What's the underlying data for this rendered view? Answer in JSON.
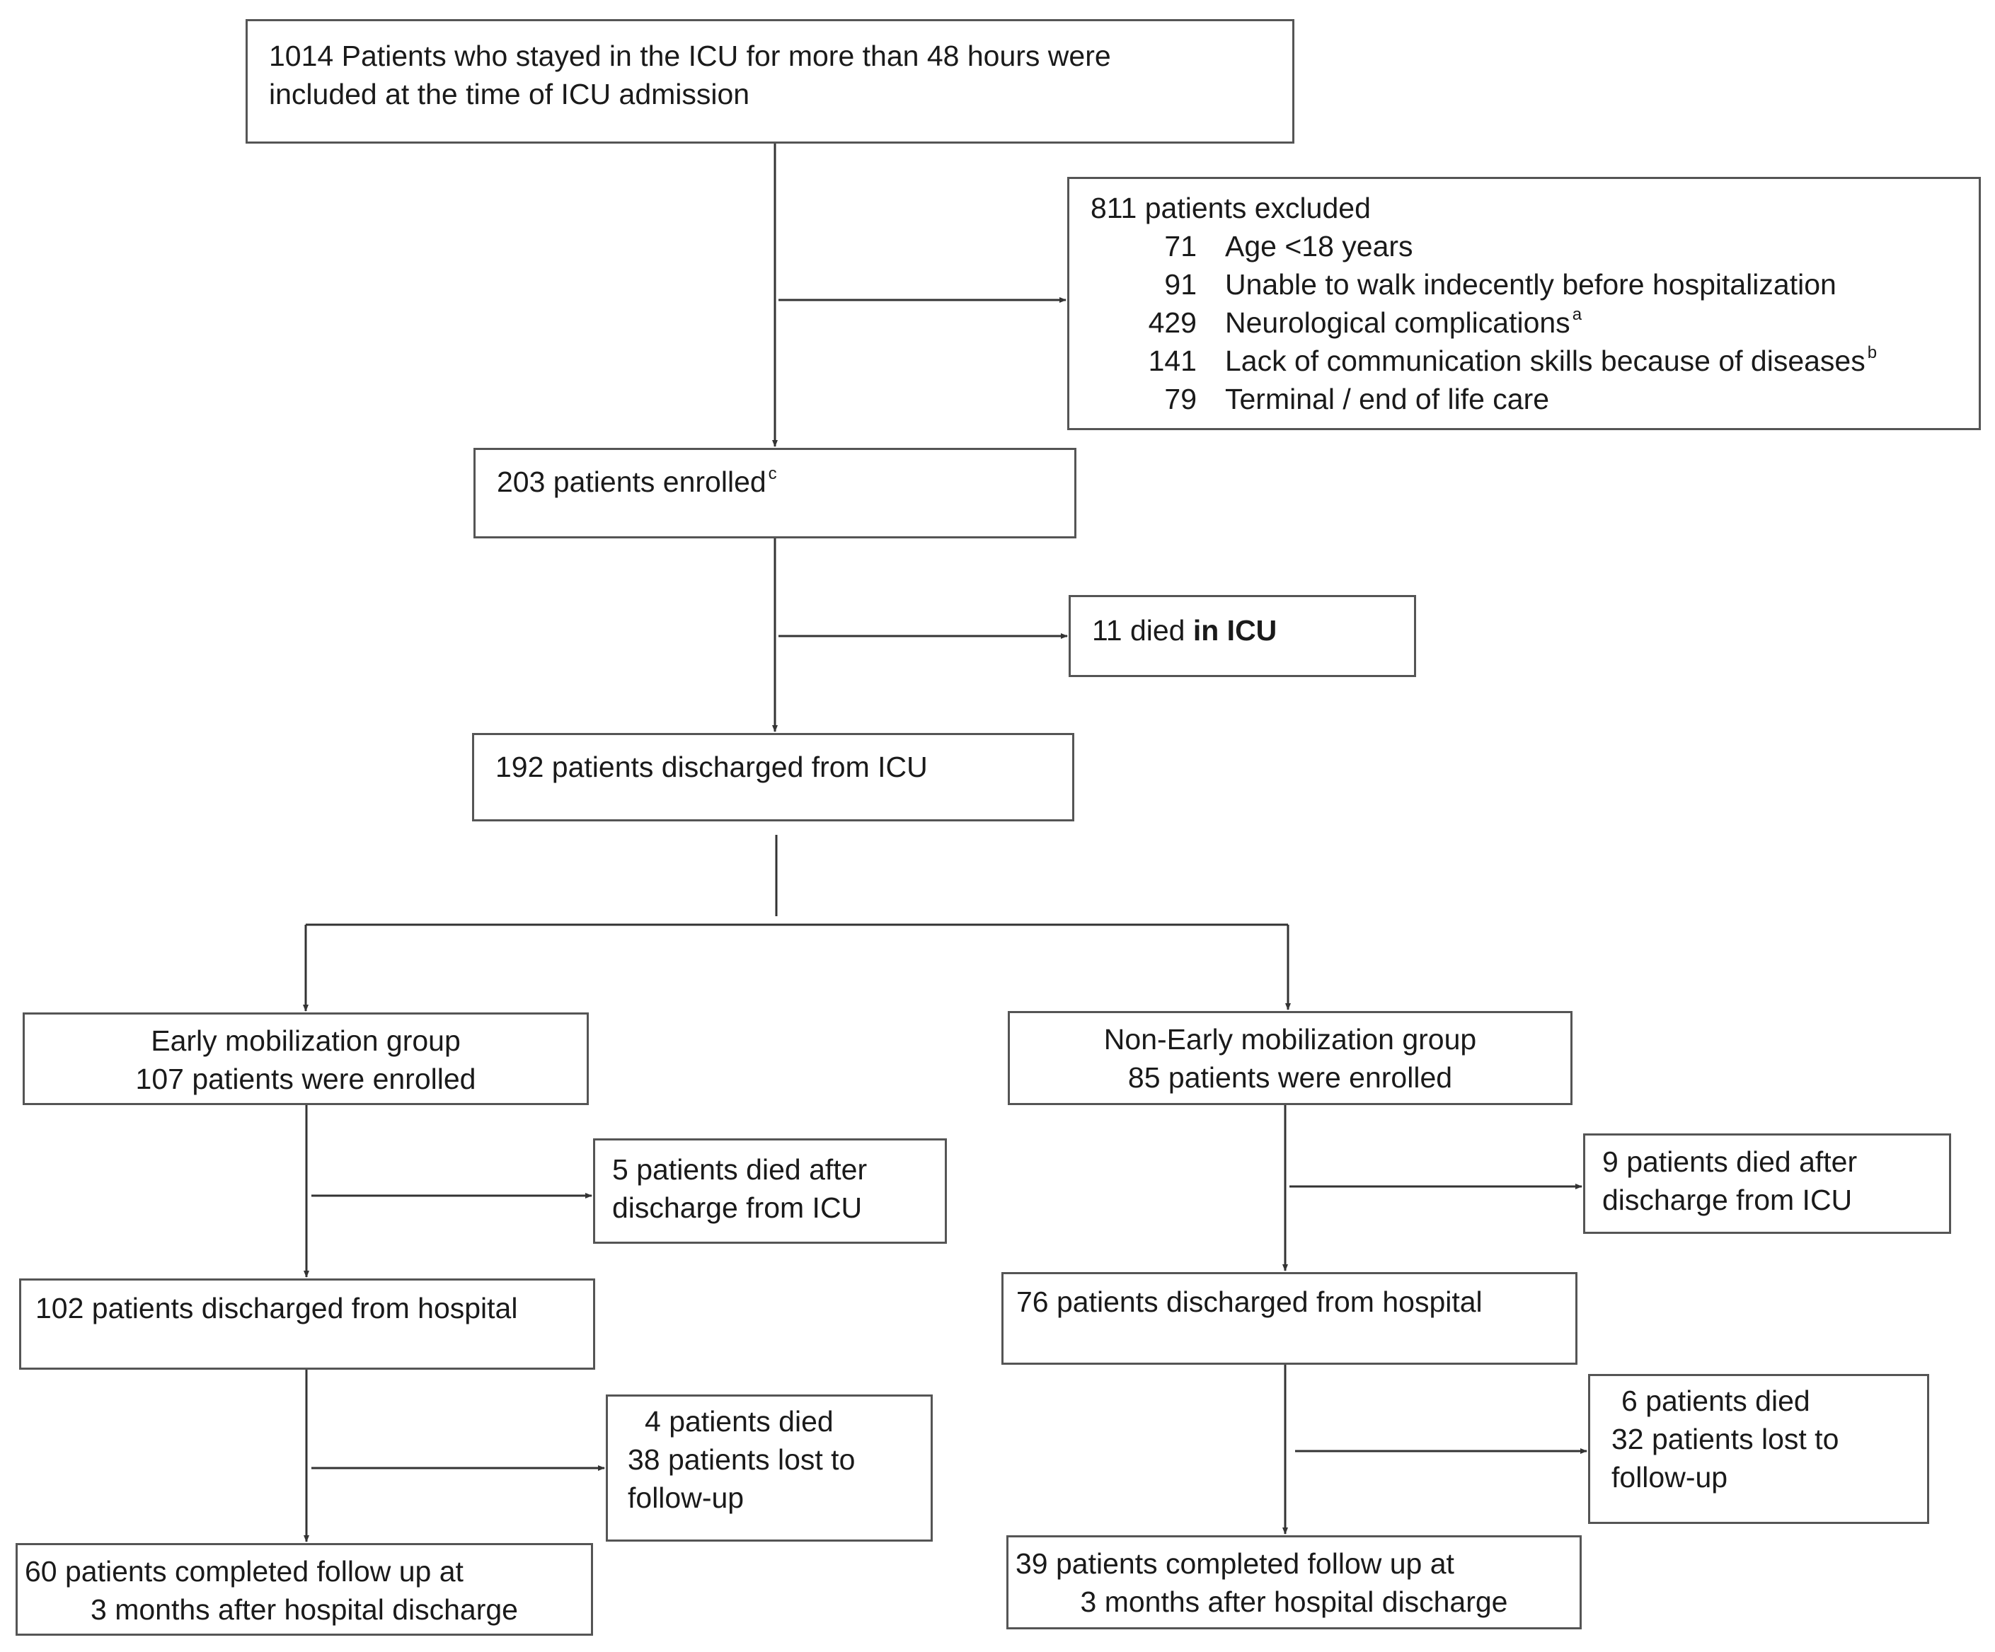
{
  "top": {
    "line1": "1014 Patients who stayed in the ICU for more than 48 hours were",
    "line2": "included at the time of ICU admission"
  },
  "excluded": {
    "title": "811 patients excluded",
    "items": [
      {
        "n": "71",
        "label": "Age <18 years",
        "sup": ""
      },
      {
        "n": "91",
        "label": "Unable to walk indecently before hospitalization",
        "sup": ""
      },
      {
        "n": "429",
        "label": "Neurological complications",
        "sup": "a"
      },
      {
        "n": "141",
        "label": "Lack of communication skills because of diseases",
        "sup": "b"
      },
      {
        "n": "79",
        "label": "Terminal / end of life care",
        "sup": ""
      }
    ]
  },
  "enrolled": {
    "text": "203 patients enrolled",
    "sup": "c"
  },
  "died_icu": {
    "text": "11 died ",
    "bold": "in ICU"
  },
  "discharged_icu": {
    "text": "192 patients discharged from ICU"
  },
  "early": {
    "group": {
      "line1": "Early mobilization group",
      "line2": "107 patients were enrolled"
    },
    "died_after_icu": {
      "line1": "5 patients died after",
      "line2": "discharge from ICU"
    },
    "discharged_hospital": "102 patients discharged from hospital",
    "lost": {
      "line1": "4 patients died",
      "line2": "38 patients lost to",
      "line3": "follow-up"
    },
    "completed": {
      "line1": "60 patients completed follow up at",
      "line2": "3 months after hospital discharge"
    }
  },
  "non_early": {
    "group": {
      "line1": "Non-Early mobilization group",
      "line2": "85 patients were enrolled"
    },
    "died_after_icu": {
      "line1": "9 patients died after",
      "line2": "discharge from ICU"
    },
    "discharged_hospital": "76 patients discharged from hospital",
    "lost": {
      "line1": "6 patients died",
      "line2": "32 patients lost to",
      "line3": "follow-up"
    },
    "completed": {
      "line1": "39 patients completed follow up at",
      "line2": "3 months after hospital discharge"
    }
  }
}
